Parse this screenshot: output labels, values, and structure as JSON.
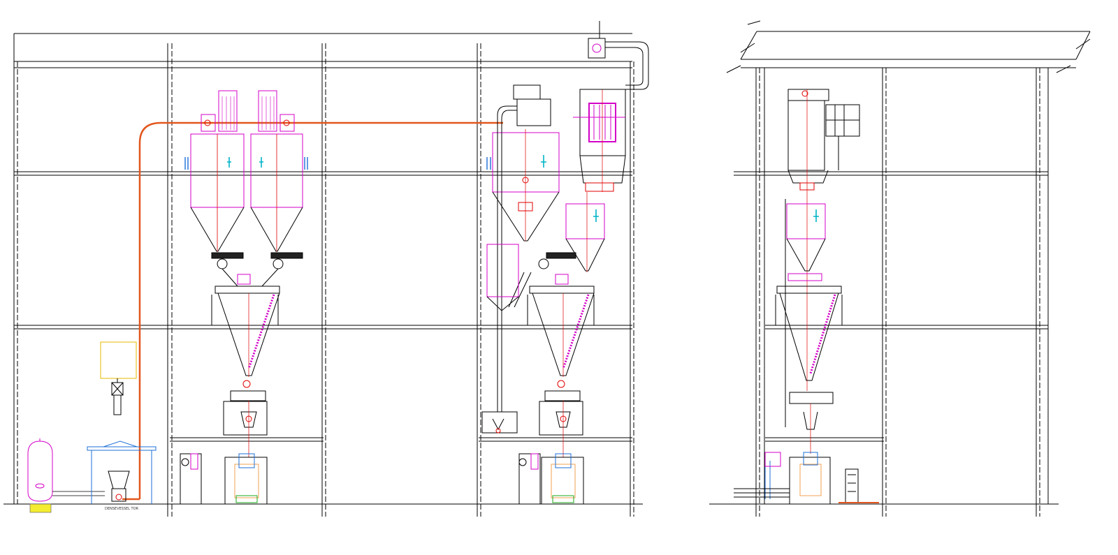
{
  "drawing": {
    "labels": {
      "dense_vessel": "DENSEVESSEL TOR"
    },
    "colors": {
      "line": "#000000",
      "conveying_pipe": "#e2571e",
      "magenta": "#d400c8",
      "red": "#e00000",
      "blue": "#1d6fd8",
      "cyan": "#00b4c8",
      "green": "#19a818",
      "yellow": "#e6b800",
      "orange": "#f0a050"
    },
    "views": [
      "front-elevation",
      "side-elevation"
    ]
  }
}
